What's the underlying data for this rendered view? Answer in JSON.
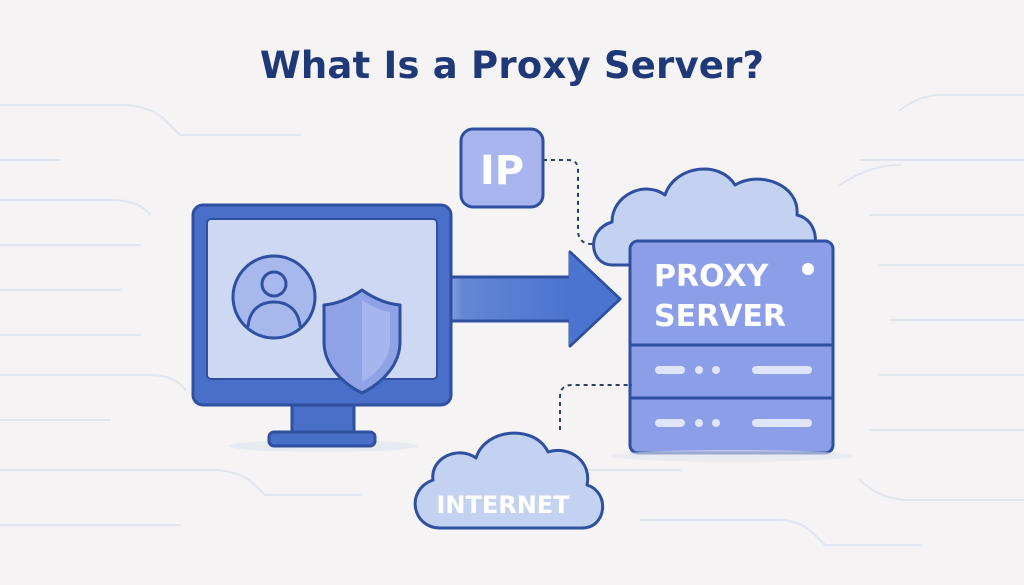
{
  "title": "What Is a Proxy Server?",
  "ip_badge": {
    "label": "IP"
  },
  "proxy_server": {
    "label_line1": "PROXY",
    "label_line2": "SERVER"
  },
  "internet_cloud": {
    "label": "INTERNET"
  },
  "colors": {
    "outline": "#2f4fa0",
    "monitor_frame": "#4a6fc8",
    "screen_fill": "#cdd9f3",
    "server_fill": "#8d9ee8",
    "cloud_fill": "#c4d2f2",
    "arrow": "#4a74cf",
    "title": "#1f3877",
    "background": "#f5f3f3"
  },
  "icons": [
    "user-avatar-icon",
    "shield-icon",
    "arrow-right-icon",
    "cloud-icon",
    "server-icon"
  ]
}
